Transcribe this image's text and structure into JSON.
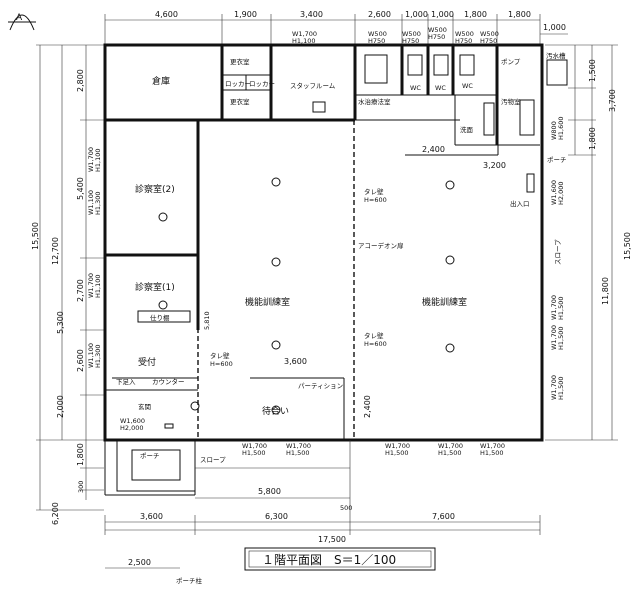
{
  "compass": "A",
  "rooms": {
    "storage": "倉庫",
    "changing1": "更衣室",
    "changing2": "更衣室",
    "locker1": "ロッカー",
    "locker2": "ロッカー",
    "staff_room": "スタッフルーム",
    "hydrotherapy": "水治療法室",
    "wc1": "WC",
    "wc2": "WC",
    "wc3": "WC",
    "sink": "洗面",
    "laundry": "汚物室",
    "pump": "ポンプ",
    "slop_sink": "汚水槽",
    "exam2": "診察室(2)",
    "exam1": "診察室(1)",
    "training_left": "機能訓練室",
    "training_right": "機能訓練室",
    "reception": "受付",
    "entrance": "玄関",
    "waiting": "待合い",
    "partition_shelf": "仕り棚",
    "counter": "カウンター",
    "shoebox": "下足入",
    "entry_exit": "出入口",
    "porch_left": "ポーチ",
    "porch_right": "ポーチ",
    "slope_left": "スロープ",
    "slope_right": "スロープ",
    "accordion": "アコーデオン扉",
    "partition": "パーティション",
    "low_wall1": "タレ壁",
    "low_wall1_h": "H=600",
    "low_wall2": "タレ壁",
    "low_wall2_h": "H=600",
    "low_wall3": "タレ壁",
    "low_wall3_h": "H=600",
    "porch_pillar": "ポーチ柱"
  },
  "windows": {
    "w_staff": [
      "W1,700",
      "H1,100"
    ],
    "w_hydro": [
      "W500",
      "H750"
    ],
    "w_wc1": [
      "W500",
      "H750"
    ],
    "w_wc2": [
      "W500",
      "H750"
    ],
    "w_wc3": [
      "W500",
      "H750"
    ],
    "w_sink": [
      "W500",
      "H750"
    ],
    "w_exam2a": [
      "W1,700",
      "H1,100"
    ],
    "w_exam2b": [
      "W1,100",
      "H1,300"
    ],
    "w_exam1": [
      "W1,700",
      "H1,100"
    ],
    "w_recep": [
      "W1,100",
      "H1,300"
    ],
    "w_entr": [
      "W1,600",
      "H2,000"
    ],
    "w_bot1": [
      "W1,700",
      "H1,500"
    ],
    "w_bot2": [
      "W1,700",
      "H1,500"
    ],
    "w_bot3": [
      "W1,700",
      "H1,500"
    ],
    "w_bot4": [
      "W1,700",
      "H1,500"
    ],
    "w_bot5": [
      "W1,700",
      "H1,500"
    ],
    "w_r1": [
      "W800",
      "H1,600"
    ],
    "w_r2": [
      "W1,600",
      "H2,000"
    ],
    "w_r3": [
      "W1,700",
      "H1,500"
    ],
    "w_r4": [
      "W1,700",
      "H1,500"
    ],
    "w_r5": [
      "W1,700",
      "H1,500"
    ]
  },
  "dims": {
    "top": [
      "4,600",
      "1,900",
      "3,400",
      "2,600",
      "1,000",
      "1,000",
      "1,800",
      "1,800"
    ],
    "top_right": "1,000",
    "left_outer": "15,500",
    "left_mid": "12,700",
    "left_segments": [
      "2,800",
      "5,400",
      "2,700",
      "5,300",
      "2,600",
      "2,000",
      "1,800",
      "300"
    ],
    "left_bottom": "6,200",
    "right_outer": "15,500",
    "right_mid": "11,800",
    "right_segments": [
      "1,500",
      "3,700",
      "1,800"
    ],
    "interior_a": "2,400",
    "interior_b": "3,200",
    "interior_c": "3,600",
    "interior_d": "2,400",
    "bottom_a": "5,800",
    "bottom_b": "500",
    "bottom_row": [
      "3,600",
      "6,300",
      "7,600"
    ],
    "bottom_total": "17,500",
    "porch_dim": "2,500",
    "sill": "5,810"
  },
  "title": "１階平面図　S＝1／100"
}
